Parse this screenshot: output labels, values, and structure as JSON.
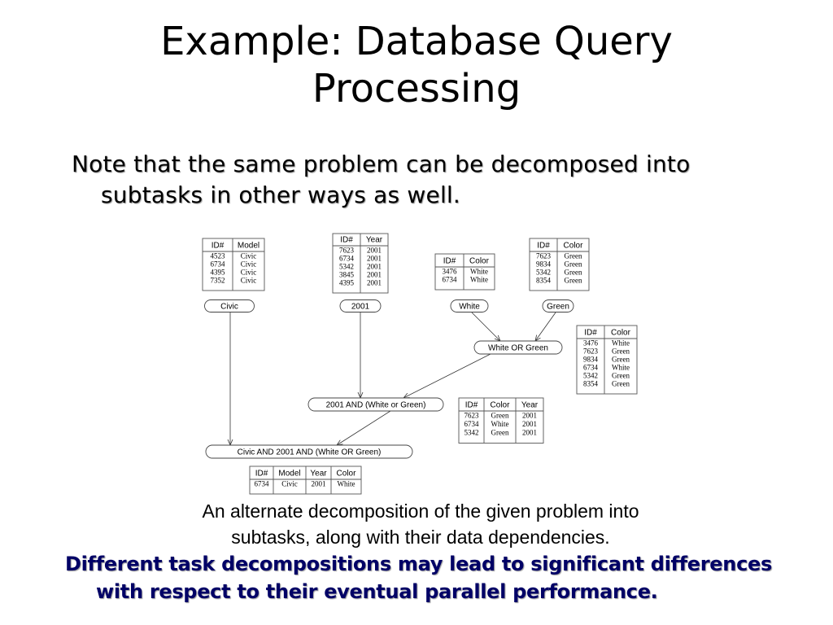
{
  "title": {
    "line1": "Example: Database Query",
    "line2": "Processing"
  },
  "bullet1": {
    "line1": "Note that the same problem can be decomposed into",
    "line2": "subtasks in other ways as well."
  },
  "caption": {
    "line1": "An alternate decomposition of the given problem into",
    "line2": "subtasks, along with their data dependencies."
  },
  "bullet2": {
    "line1": "Different task decompositions may lead to significant differences",
    "line2": "with respect to their eventual parallel performance."
  },
  "diagram": {
    "tables": [
      {
        "id": "t-model",
        "headers": [
          "ID#",
          "Model"
        ],
        "rows": [
          [
            "4523",
            "Civic"
          ],
          [
            "6734",
            "Civic"
          ],
          [
            "4395",
            "Civic"
          ],
          [
            "7352",
            "Civic"
          ]
        ]
      },
      {
        "id": "t-year",
        "headers": [
          "ID#",
          "Year"
        ],
        "rows": [
          [
            "7623",
            "2001"
          ],
          [
            "6734",
            "2001"
          ],
          [
            "5342",
            "2001"
          ],
          [
            "3845",
            "2001"
          ],
          [
            "4395",
            "2001"
          ]
        ]
      },
      {
        "id": "t-white",
        "headers": [
          "ID#",
          "Color"
        ],
        "rows": [
          [
            "3476",
            "White"
          ],
          [
            "6734",
            "White"
          ]
        ]
      },
      {
        "id": "t-green",
        "headers": [
          "ID#",
          "Color"
        ],
        "rows": [
          [
            "7623",
            "Green"
          ],
          [
            "9834",
            "Green"
          ],
          [
            "5342",
            "Green"
          ],
          [
            "8354",
            "Green"
          ]
        ]
      },
      {
        "id": "t-whiteorgreen",
        "headers": [
          "ID#",
          "Color"
        ],
        "rows": [
          [
            "3476",
            "White"
          ],
          [
            "7623",
            "Green"
          ],
          [
            "9834",
            "Green"
          ],
          [
            "6734",
            "White"
          ],
          [
            "5342",
            "Green"
          ],
          [
            "8354",
            "Green"
          ]
        ]
      },
      {
        "id": "t-2001and",
        "headers": [
          "ID#",
          "Color",
          "Year"
        ],
        "rows": [
          [
            "7623",
            "Green",
            "2001"
          ],
          [
            "6734",
            "White",
            "2001"
          ],
          [
            "5342",
            "Green",
            "2001"
          ]
        ]
      },
      {
        "id": "t-final",
        "headers": [
          "ID#",
          "Model",
          "Year",
          "Color"
        ],
        "rows": [
          [
            "6734",
            "Civic",
            "2001",
            "White"
          ]
        ]
      }
    ],
    "nodes": [
      {
        "id": "n-civic",
        "label": "Civic"
      },
      {
        "id": "n-2001",
        "label": "2001"
      },
      {
        "id": "n-white",
        "label": "White"
      },
      {
        "id": "n-green",
        "label": "Green"
      },
      {
        "id": "n-whiteorgreen",
        "label": "White OR Green"
      },
      {
        "id": "n-2001and",
        "label": "2001 AND (White or Green)"
      },
      {
        "id": "n-final",
        "label": "Civic AND 2001 AND (White OR Green)"
      }
    ],
    "edges": [
      {
        "from": "n-white",
        "to": "n-whiteorgreen"
      },
      {
        "from": "n-green",
        "to": "n-whiteorgreen"
      },
      {
        "from": "n-whiteorgreen",
        "to": "n-2001and"
      },
      {
        "from": "n-2001",
        "to": "n-2001and"
      },
      {
        "from": "n-2001and",
        "to": "n-final"
      },
      {
        "from": "n-civic",
        "to": "n-final"
      }
    ]
  }
}
